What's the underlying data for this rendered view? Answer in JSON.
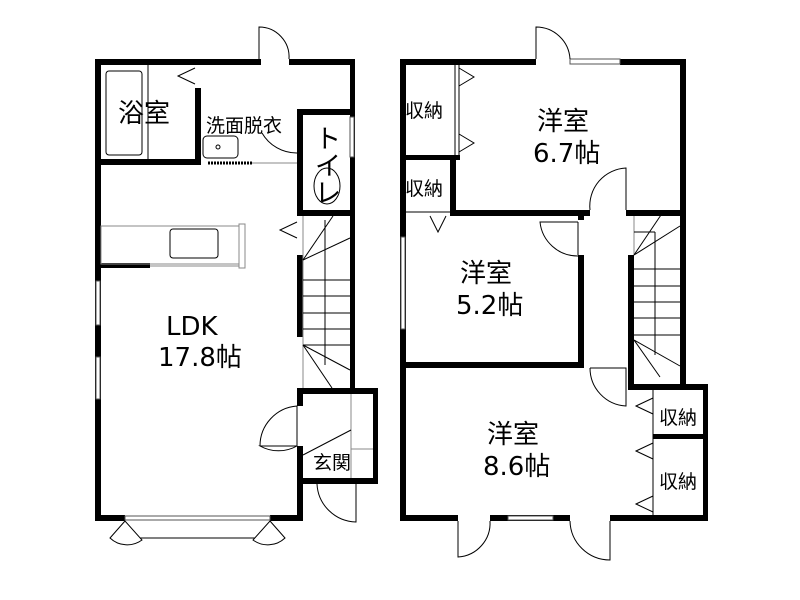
{
  "floor1": {
    "bath": "浴室",
    "washroom": "洗面脱衣",
    "toilet": [
      "ト",
      "イ",
      "レ"
    ],
    "ldk": {
      "name": "LDK",
      "size": "17.8帖"
    },
    "entrance": "玄関"
  },
  "floor2": {
    "room_north": {
      "name": "洋室",
      "size": "6.7帖"
    },
    "room_middle": {
      "name": "洋室",
      "size": "5.2帖"
    },
    "room_south": {
      "name": "洋室",
      "size": "8.6帖"
    },
    "storage": [
      "収納",
      "収納",
      "収納",
      "収納"
    ]
  },
  "colors": {
    "wall": "#000000",
    "background": "#ffffff"
  }
}
